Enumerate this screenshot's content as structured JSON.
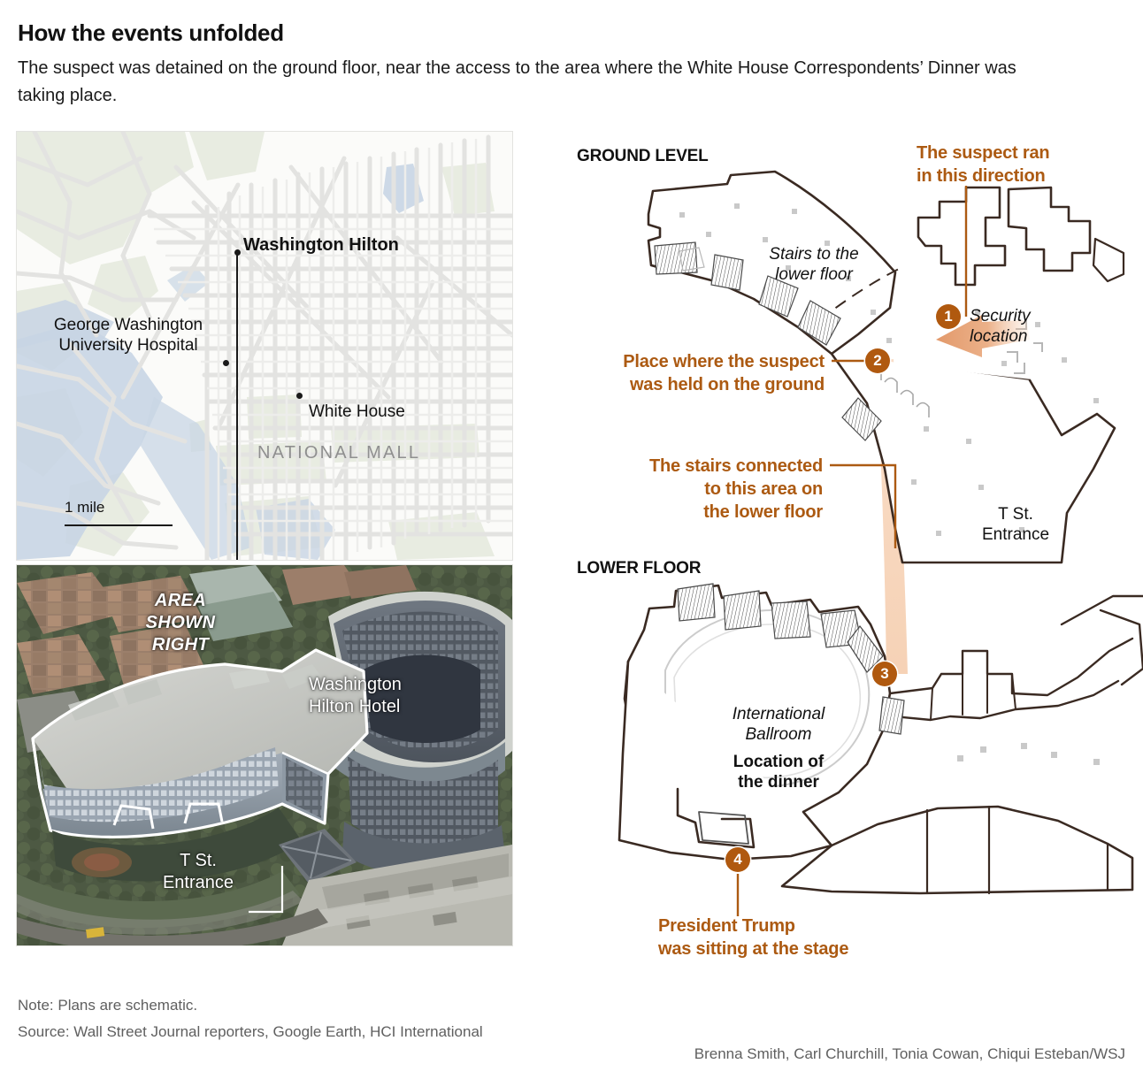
{
  "headline": "How the events unfolded",
  "subhead": "The suspect was detained on the ground floor, near the access to the area where the White House Correspondents’ Dinner was taking place.",
  "colors": {
    "accent_orange": "#AC5A12",
    "marker_brown": "#B0590F",
    "path_peach": "#F7D7BF",
    "plan_outline": "#3a2a22",
    "map_land": "#fbfbf9",
    "map_water": "#c6d3e2",
    "map_green": "#e7ece0",
    "map_road": "#e2e2e0"
  },
  "locator_map": {
    "labels": [
      {
        "text": "Washington Hilton",
        "style": "bold"
      },
      {
        "text": "George Washington",
        "style": "plain"
      },
      {
        "text": "University Hospital",
        "style": "plain"
      },
      {
        "text": "White House",
        "style": "plain"
      },
      {
        "text": "NATIONAL MALL",
        "style": "area"
      }
    ],
    "scale": {
      "label": "1 mile"
    }
  },
  "aerial_photo": {
    "labels": [
      {
        "text": "AREA",
        "style": "italic"
      },
      {
        "text": "SHOWN",
        "style": "italic"
      },
      {
        "text": "RIGHT",
        "style": "italic"
      },
      {
        "text": "Washington",
        "style": "plain"
      },
      {
        "text": "Hilton Hotel",
        "style": "plain"
      },
      {
        "text": "T St.",
        "style": "plain"
      },
      {
        "text": "Entrance",
        "style": "plain"
      }
    ]
  },
  "ground_level": {
    "title": "GROUND LEVEL",
    "callouts": [
      {
        "id": "suspect-ran",
        "line1": "The suspect ran",
        "line2": "in this direction"
      },
      {
        "id": "held-on-ground",
        "line1": "Place where the suspect",
        "line2": "was held on the ground"
      },
      {
        "id": "stairs-connected",
        "line1": "The stairs connected",
        "line2": "to this area on",
        "line3": "the lower floor"
      }
    ],
    "plan_labels": [
      {
        "id": "stairs-to-lower",
        "line1": "Stairs to the",
        "line2": "lower floor"
      },
      {
        "id": "security-location",
        "line1": "Security",
        "line2": "location"
      },
      {
        "id": "t-st-entrance",
        "line1": "T St.",
        "line2": "Entrance"
      }
    ],
    "markers": [
      {
        "number": "1",
        "name": "security-location"
      },
      {
        "number": "2",
        "name": "suspect-held"
      }
    ]
  },
  "lower_floor": {
    "title": "LOWER FLOOR",
    "callouts": [
      {
        "id": "president-trump",
        "line1": "President Trump",
        "line2": "was sitting at the stage"
      }
    ],
    "plan_labels": [
      {
        "id": "ballroom",
        "line1": "International",
        "line2": "Ballroom"
      },
      {
        "id": "dinner-location",
        "line1": "Location of",
        "line2": "the dinner"
      }
    ],
    "markers": [
      {
        "number": "3",
        "name": "stairs-exit-lower"
      },
      {
        "number": "4",
        "name": "trump-stage"
      }
    ]
  },
  "footer": {
    "note": "Note: Plans are schematic.",
    "source": "Source: Wall Street Journal reporters, Google Earth, HCI International",
    "credit": "Brenna Smith, Carl Churchill, Tonia Cowan, Chiqui Esteban/WSJ"
  }
}
